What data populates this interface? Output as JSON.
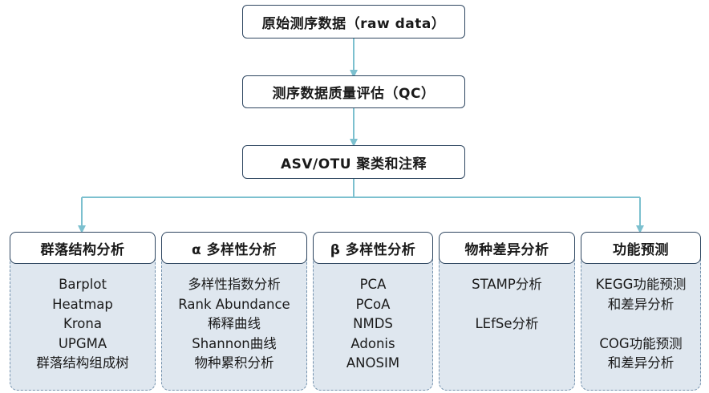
{
  "steps": [
    {
      "label": "原始测序数据（raw data）"
    },
    {
      "label": "测序数据质量评估（QC）"
    },
    {
      "label": "ASV/OTU 聚类和注释"
    }
  ],
  "branches": [
    {
      "title": "群落结构分析",
      "items": [
        "Barplot",
        "Heatmap",
        "Krona",
        "UPGMA",
        "群落结构组成树"
      ]
    },
    {
      "title": "α 多样性分析",
      "items": [
        "多样性指数分析",
        "Rank Abundance",
        "稀释曲线",
        "Shannon曲线",
        "物种累积分析"
      ]
    },
    {
      "title": "β 多样性分析",
      "items": [
        "PCA",
        "PCoA",
        "NMDS",
        "Adonis",
        "ANOSIM"
      ]
    },
    {
      "title": "物种差异分析",
      "groups": [
        [
          "STAMP分析"
        ],
        [
          "LEfSe分析"
        ]
      ]
    },
    {
      "title": "功能预测",
      "groups": [
        [
          "KEGG功能预测",
          "和差异分析"
        ],
        [
          "COG功能预测",
          "和差异分析"
        ]
      ]
    }
  ],
  "colors": {
    "connector": "#7cc0cf",
    "box_border": "#2e4660",
    "panel_fill": "#dfe7ef",
    "panel_dash": "#7391ad"
  }
}
